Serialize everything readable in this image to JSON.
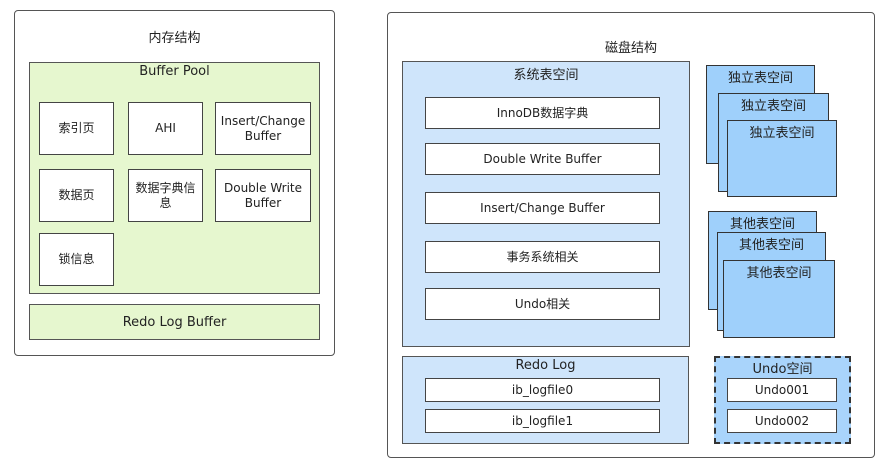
{
  "memory": {
    "title": "内存结构",
    "buffer_pool": {
      "title": "Buffer Pool",
      "items": [
        "索引页",
        "AHI",
        "Insert/Change Buffer",
        "数据页",
        "数据字典信息",
        "Double Write Buffer",
        "锁信息"
      ]
    },
    "redo_log_buffer": "Redo Log Buffer"
  },
  "disk": {
    "title": "磁盘结构",
    "system_tablespace": {
      "title": "系统表空间",
      "items": [
        "InnoDB数据字典",
        "Double Write Buffer",
        "Insert/Change Buffer",
        "事务系统相关",
        "Undo相关"
      ]
    },
    "file_per_table": [
      "独立表空间",
      "独立表空间",
      "独立表空间"
    ],
    "general_tablespace": [
      "其他表空间",
      "其他表空间",
      "其他表空间"
    ],
    "redo_log": {
      "title": "Redo Log",
      "files": [
        "ib_logfile0",
        "ib_logfile1"
      ]
    },
    "undo_space": {
      "title": "Undo空间",
      "files": [
        "Undo001",
        "Undo002"
      ]
    }
  }
}
